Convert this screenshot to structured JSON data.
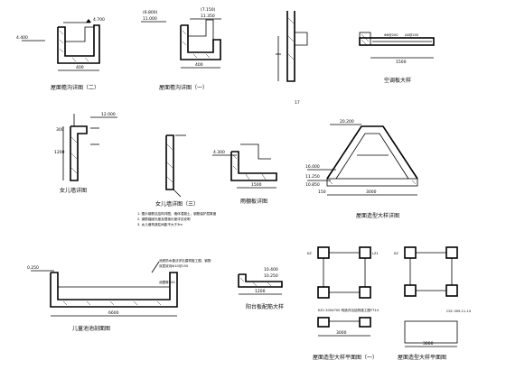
{
  "captions": {
    "d1": "屋面檐沟详图（二）",
    "d2": "屋面檐沟详图（一）",
    "d3": "空调板大样",
    "d4": "女儿墙详图",
    "d5": "女儿墙详图（三）",
    "d6": "雨棚板详图",
    "d7": "屋面造型大样详图",
    "d8": "儿童池池剖面图",
    "d9": "阳台板配筋大样",
    "d10": "屋面造型大样平面图（一）",
    "d11": "屋面造型大样平面图"
  },
  "levels": {
    "d1_top": "4.700",
    "d1_left": "4.400",
    "d2_a": "(6.800)",
    "d2_b": "11.000",
    "d2_c": "(7.150)",
    "d2_d": "11.350",
    "d4_top": "12.000",
    "d6_top": "4.300",
    "d7_top": "20.200",
    "d7_mid": "16.000",
    "d7_low": "11.250",
    "d7_ground": "10.850",
    "d8_a": "0.250",
    "d9_a": "10.400",
    "d9_b": "10.250"
  },
  "dims": {
    "d1_w": "400",
    "d2_w": "400",
    "d3_w": "1500",
    "d4_a": "1200",
    "d4_b": "300",
    "d6_w": "1500",
    "d7_w": "3000",
    "d7_side": "150",
    "d8_w": "6600",
    "d9_w": "1200",
    "d10_w": "3000",
    "d11_w": "3000"
  },
  "tags": {
    "kz": "KZ",
    "lz": "LZ1",
    "d3_steel": "Φ8@200",
    "d3_ten": "A8@200"
  },
  "notes": {
    "d5_n1": "1. 图示钢筋见结构详图，墙体混凝土，钢筋保护层厚度",
    "d5_n2": "2. 钢筋锚固长度及搭接长度详见说明",
    "d5_n3": "3. 女儿墙构造柱间距不大于3m",
    "d8_n1": "池底防水做法详见建筑施工图，钢筋",
    "d8_n2": "双层双向Φ10@150",
    "d8_n3": "池壁厚200",
    "d10_n1": "KZ1 200X700 构造详见结构施工图YT14",
    "d11_code": "CSC 009-11-14"
  },
  "footer": {
    "d7_mark": "17"
  }
}
